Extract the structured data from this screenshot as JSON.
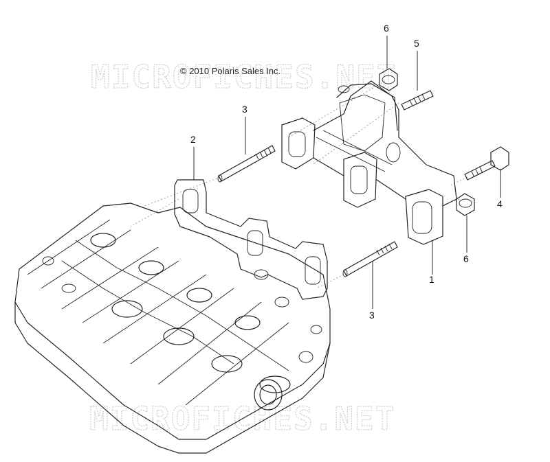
{
  "copyright": "© 2010 Polaris Sales Inc.",
  "watermark": "MICROFICHES.NET",
  "callouts": [
    {
      "id": "callout-6-top",
      "label": "6"
    },
    {
      "id": "callout-5",
      "label": "5"
    },
    {
      "id": "callout-3-top",
      "label": "3"
    },
    {
      "id": "callout-2",
      "label": "2"
    },
    {
      "id": "callout-4",
      "label": "4"
    },
    {
      "id": "callout-6-bottom",
      "label": "6"
    },
    {
      "id": "callout-1",
      "label": "1"
    },
    {
      "id": "callout-3-bottom",
      "label": "3"
    }
  ],
  "parts": [
    {
      "number": "1",
      "part": "exhaust-manifold"
    },
    {
      "number": "2",
      "part": "manifold-gasket"
    },
    {
      "number": "3",
      "part": "stud"
    },
    {
      "number": "4",
      "part": "flange-bolt"
    },
    {
      "number": "5",
      "part": "stud"
    },
    {
      "number": "6",
      "part": "flange-nut"
    }
  ]
}
